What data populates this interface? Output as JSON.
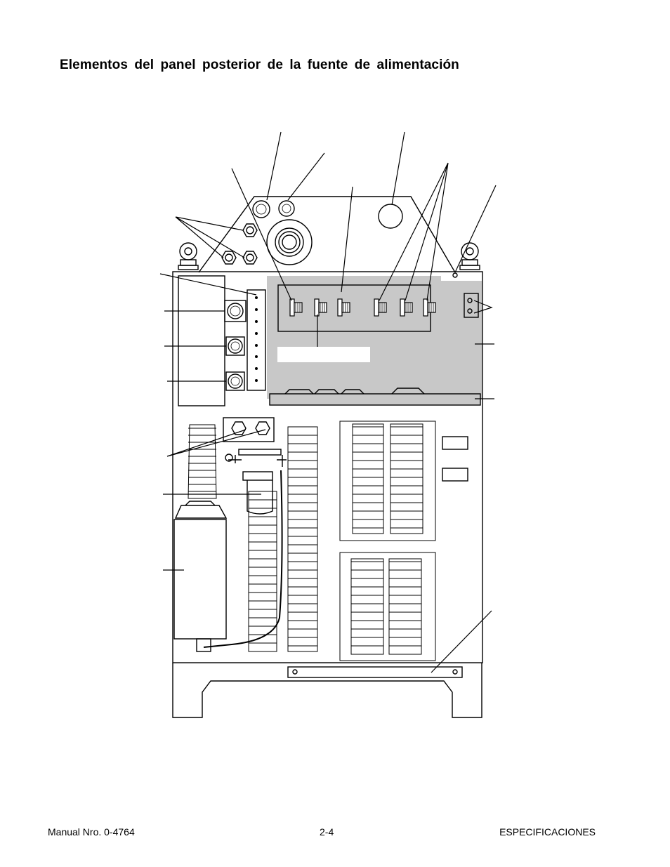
{
  "document": {
    "title": "Elementos del panel posterior de la fuente de alimentación"
  },
  "footer": {
    "manual": "Manual Nro. 0-4764",
    "page": "2-4",
    "section": "ESPECIFICACIONES"
  },
  "diagram": {
    "subject": "rear panel of power supply",
    "shaded_color": "#c8c8c8",
    "line_color": "#000000"
  }
}
